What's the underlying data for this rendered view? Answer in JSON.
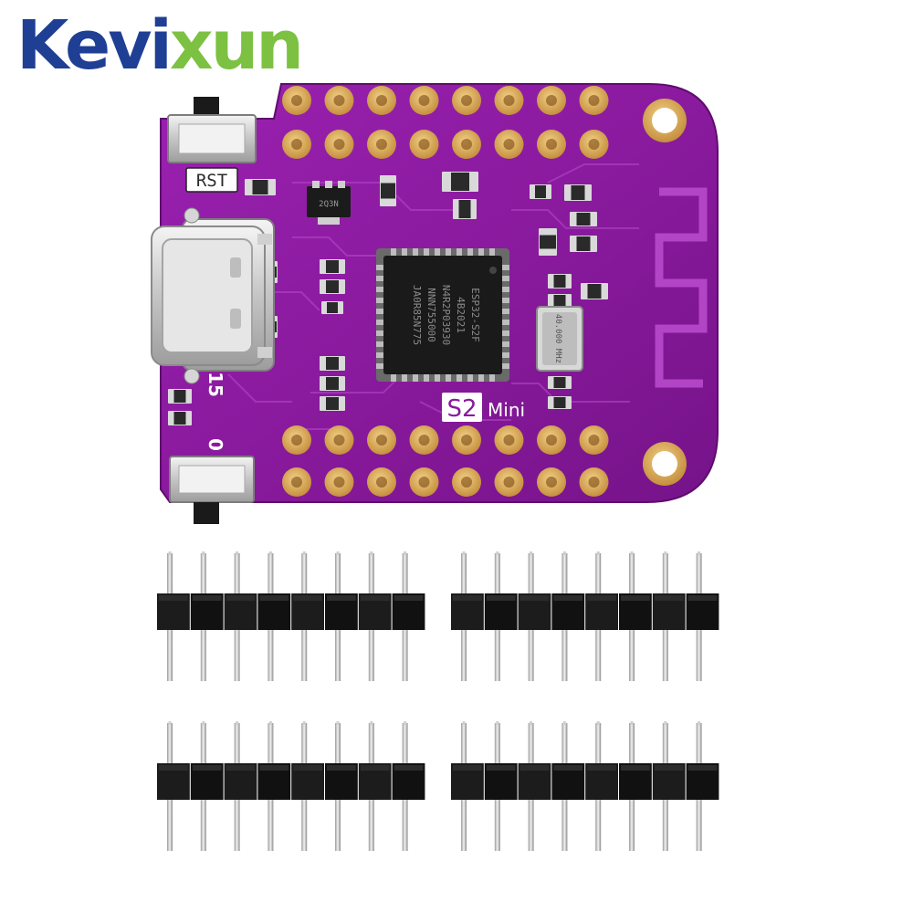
{
  "brand": {
    "logo_text_a": "Kevi",
    "logo_text_b": "xun",
    "logo_colors": {
      "primary": "#1f3f95",
      "accent": "#7cc142"
    }
  },
  "board": {
    "model_label_box": "S2",
    "model_label_text": "Mini",
    "rst_label": "RST",
    "pin_label_15": "15",
    "pin_label_0": "0",
    "chip_lines": [
      "ESP32-S2F",
      "4B2021",
      "N4R2P03930",
      "NNN755000",
      "JA0R85N775"
    ],
    "crystal_label": "40.000 MHz",
    "ic_marking": "2Q3N",
    "pcb_color": "#8a1a9e",
    "pad_color": "#d9a85a"
  },
  "headers": {
    "count": 4,
    "pins_per_header": 8
  }
}
